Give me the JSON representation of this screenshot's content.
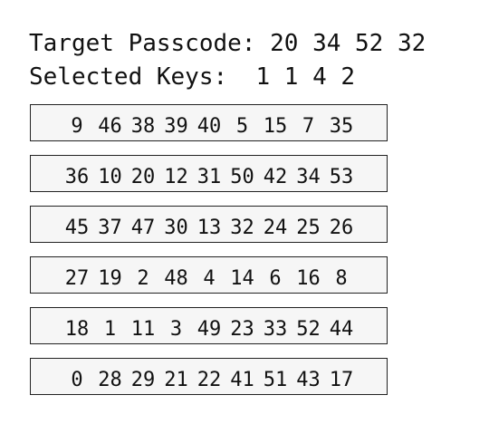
{
  "header": {
    "target_label": "Target Passcode:",
    "target_values": "20 34 52 32",
    "selected_label": "Selected Keys:",
    "selected_values": "1 1 4 2"
  },
  "keypad": {
    "rows": [
      [
        "9",
        "46",
        "38",
        "39",
        "40",
        "5",
        "15",
        "7",
        "35"
      ],
      [
        "36",
        "10",
        "20",
        "12",
        "31",
        "50",
        "42",
        "34",
        "53"
      ],
      [
        "45",
        "37",
        "47",
        "30",
        "13",
        "32",
        "24",
        "25",
        "26"
      ],
      [
        "27",
        "19",
        "2",
        "48",
        "4",
        "14",
        "6",
        "16",
        "8"
      ],
      [
        "18",
        "1",
        "11",
        "3",
        "49",
        "23",
        "33",
        "52",
        "44"
      ],
      [
        "0",
        "28",
        "29",
        "21",
        "22",
        "41",
        "51",
        "43",
        "17"
      ]
    ]
  }
}
